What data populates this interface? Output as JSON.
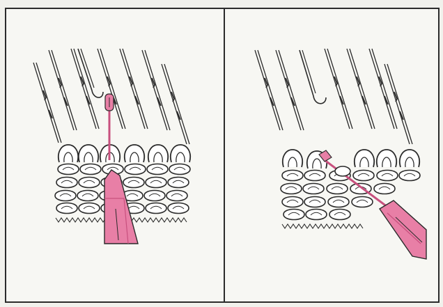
{
  "figure": {
    "panels": [
      {
        "id": "left",
        "illustration": "latch-tool-inserted-under-stitch"
      },
      {
        "id": "right",
        "illustration": "latch-tool-pulling-loop-through"
      }
    ],
    "colors": {
      "paper": "#f1f1ec",
      "frame": "#2b2b2b",
      "ink": "#2a2a2a",
      "tool_pink": "#e87fa6",
      "tool_dark": "#c8507e"
    }
  }
}
